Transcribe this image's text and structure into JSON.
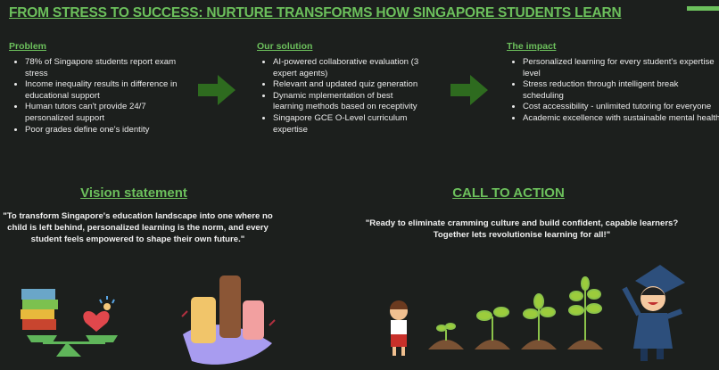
{
  "title": "FROM STRESS TO SUCCESS: NURTURE TRANSFORMS HOW SINGAPORE STUDENTS LEARN",
  "columns": [
    {
      "heading": "Problem",
      "items": [
        "78% of Singapore students report exam stress",
        "Income inequality results in difference in educational support",
        "Human tutors can't provide 24/7 personalized support",
        "Poor grades define one's identity"
      ]
    },
    {
      "heading": "Our solution",
      "items": [
        "AI-powered collaborative evaluation (3 expert agents)",
        "Relevant and updated quiz generation",
        " Dynamic mplementation of best learning methods based on receptivity",
        "Singapore GCE O-Level curriculum expertise"
      ]
    },
    {
      "heading": "The impact",
      "items": [
        "Personalized learning for every student's expertise level",
        "Stress reduction through intelligent break scheduling",
        "Cost accessibility - unlimited tutoring for everyone",
        "Academic excellence with sustainable mental health"
      ]
    }
  ],
  "vision": {
    "heading": "Vision statement",
    "text": "\"To transform Singapore's education landscape into one where no child is left behind, personalized learning is the norm, and every student feels empowered to shape their own future.\""
  },
  "cta": {
    "heading": "CALL TO ACTION",
    "text": "\"Ready to eliminate cramming culture and build confident, capable learners? Together lets revolutionise learning for all!\""
  },
  "colors": {
    "background": "#1c1f1d",
    "accent": "#6cc05c",
    "arrow": "#2e6b1f"
  },
  "icons": [
    "arrow-right-icon",
    "books-balance-icon",
    "raised-fists-icon",
    "student-icon",
    "plant-growth-icon",
    "graduate-icon"
  ]
}
